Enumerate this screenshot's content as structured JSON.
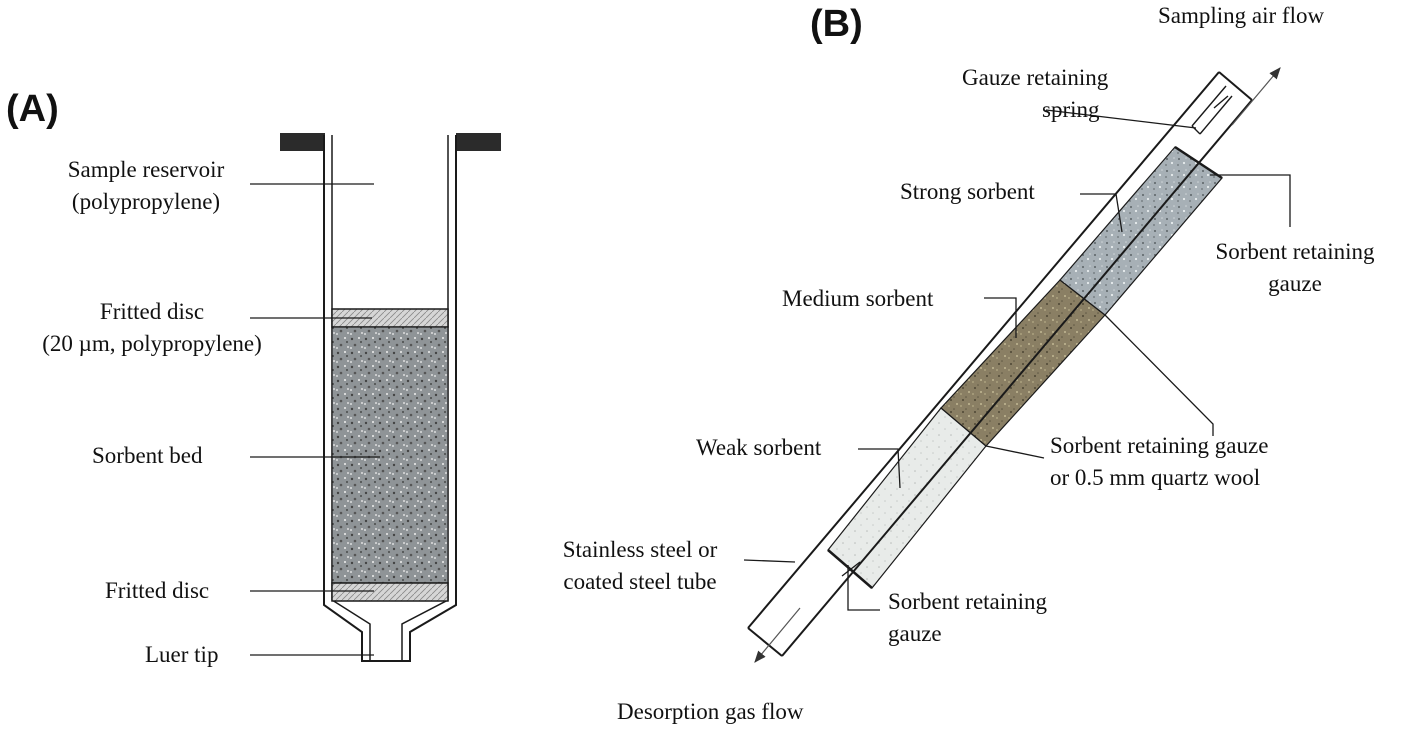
{
  "panel_a": {
    "letter": "(A)",
    "labels": {
      "sample_reservoir": "Sample reservoir",
      "sample_reservoir_material": "(polypropylene)",
      "fritted_disc_top": "Fritted disc",
      "fritted_disc_top_spec": "(20 µm, polypropylene)",
      "sorbent_bed": "Sorbent bed",
      "fritted_disc_bottom": "Fritted disc",
      "luer_tip": "Luer tip"
    }
  },
  "panel_b": {
    "letter": "(B)",
    "labels": {
      "sampling_air_flow": "Sampling air flow",
      "gauze_retaining_spring_1": "Gauze retaining",
      "gauze_retaining_spring_2": "spring",
      "strong_sorbent": "Strong sorbent",
      "sorbent_retaining_gauze_top_1": "Sorbent retaining",
      "sorbent_retaining_gauze_top_2": "gauze",
      "medium_sorbent": "Medium sorbent",
      "sorbent_retaining_gauze_mid_1": "Sorbent retaining gauze",
      "sorbent_retaining_gauze_mid_2": "or 0.5 mm quartz wool",
      "weak_sorbent": "Weak sorbent",
      "steel_tube_1": "Stainless steel or",
      "steel_tube_2": "coated steel tube",
      "sorbent_retaining_gauze_bottom_1": "Sorbent retaining",
      "sorbent_retaining_gauze_bottom_2": "gauze",
      "desorption_gas_flow": "Desorption gas flow"
    }
  },
  "colors": {
    "line": "#1a1a1a",
    "cap": "#2b2b2b",
    "sorbent_bed": "#8f9497",
    "strong_sorbent": "#a7b0b6",
    "medium_sorbent": "#8a7f64",
    "weak_sorbent": "#e8ebe9",
    "frit": "#c9c9c9"
  }
}
